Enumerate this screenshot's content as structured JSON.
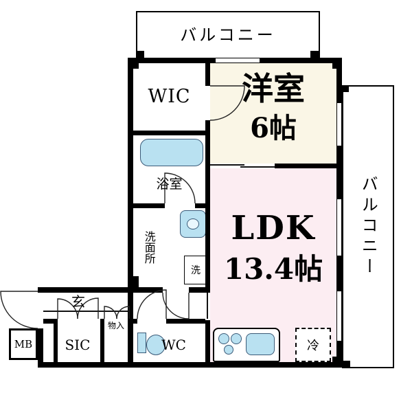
{
  "colors": {
    "wall": "#000000",
    "western_room_bg": "#faf6e6",
    "ldk_bg": "#fcedf2",
    "fixture_blue": "#b9e1f1",
    "balcony_bg": "#ffffff"
  },
  "plan": {
    "balcony_top_label": "バルコニー",
    "balcony_right_label": "バルコニー",
    "wic_label": "WIC",
    "western_room_name": "洋室",
    "western_room_size": "6帖",
    "bath_label": "浴室",
    "washroom_label": "洗面所",
    "washer_label": "洗",
    "ldk_name": "LDK",
    "ldk_size": "13.4帖",
    "entrance_label": "玄",
    "meter_box_label": "MB",
    "shoe_closet_label": "SIC",
    "storage_label": "物入",
    "toilet_label": "WC",
    "fridge_label": "冷"
  }
}
